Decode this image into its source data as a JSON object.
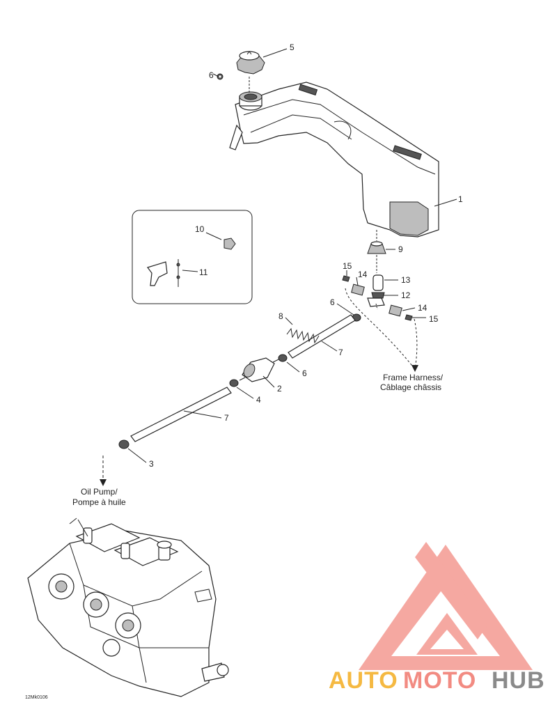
{
  "callouts": [
    "1",
    "2",
    "3",
    "4",
    "5",
    "6",
    "6",
    "6",
    "7",
    "7",
    "8",
    "9",
    "10",
    "11",
    "12",
    "13",
    "14",
    "14",
    "15",
    "15"
  ],
  "notes": {
    "frame_harness_line1": "Frame Harness/",
    "frame_harness_line2": "Câblage châssis",
    "oil_pump_line1": "Oil Pump/",
    "oil_pump_line2": "Pompe à huile"
  },
  "figure_code": "12Mk0106",
  "watermark": {
    "part1": "AUTO",
    "part2": "MOTO",
    "part3": "HUB",
    "colors": {
      "auto": "#f5b942",
      "moto": "#f28b82",
      "hub": "#8a8a8a",
      "logo": "#f28b82"
    }
  }
}
